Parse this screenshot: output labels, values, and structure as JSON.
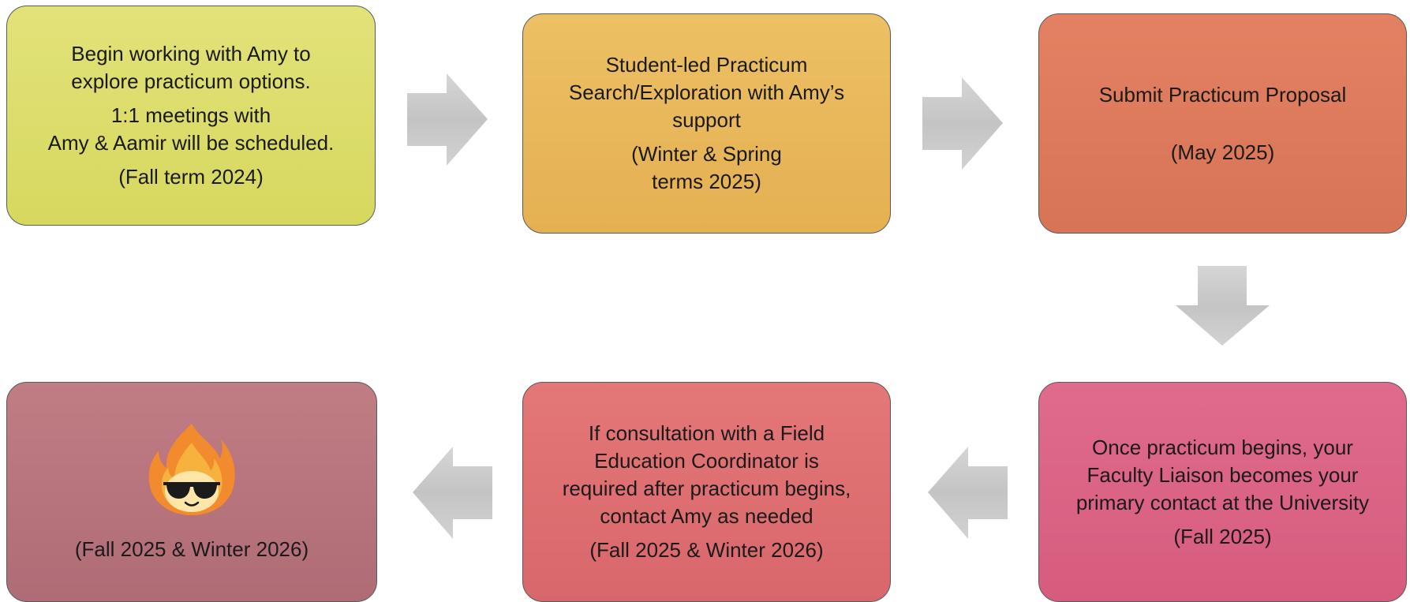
{
  "steps": [
    {
      "lines": [
        "Begin working with Amy to",
        "explore practicum options."
      ],
      "lines2": [
        "1:1 meetings with",
        "Amy & Aamir will be scheduled."
      ],
      "date": "(Fall term 2024)"
    },
    {
      "lines": [
        "Student-led Practicum",
        "Search/Exploration with Amy’s",
        "support"
      ],
      "date_lines": [
        "(Winter & Spring",
        "terms 2025)"
      ]
    },
    {
      "title": "Submit Practicum Proposal",
      "date": "(May 2025)"
    },
    {
      "lines": [
        "Once practicum begins, your",
        "Faculty Liaison becomes your",
        "primary contact at the University"
      ],
      "date": "(Fall 2025)"
    },
    {
      "lines": [
        "If consultation with a Field",
        "Education Coordinator is",
        "required after practicum begins,",
        "contact Amy as needed"
      ],
      "date": "(Fall 2025 & Winter 2026)"
    },
    {
      "icon": "cool-fire-mascot-icon",
      "date": "(Fall 2025 & Winter 2026)"
    }
  ],
  "colors": {
    "step1": "#dcdc6a",
    "step2": "#e9b85a",
    "step3": "#dd7a5c",
    "step4": "#dc6384",
    "step5": "#de6f71",
    "step6": "#b8747d",
    "arrow": "#c8c8c8",
    "border": "#5a5a5a"
  },
  "arrow_icons": [
    "arrow-right-icon",
    "arrow-right-icon",
    "arrow-down-icon",
    "arrow-left-icon",
    "arrow-left-icon"
  ]
}
